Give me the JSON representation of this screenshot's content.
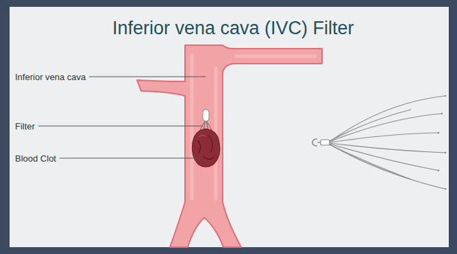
{
  "diagram": {
    "title": "Inferior vena cava (IVC) Filter",
    "labels": [
      "Inferior vena cava",
      "Filter",
      "Blood Clot"
    ]
  }
}
